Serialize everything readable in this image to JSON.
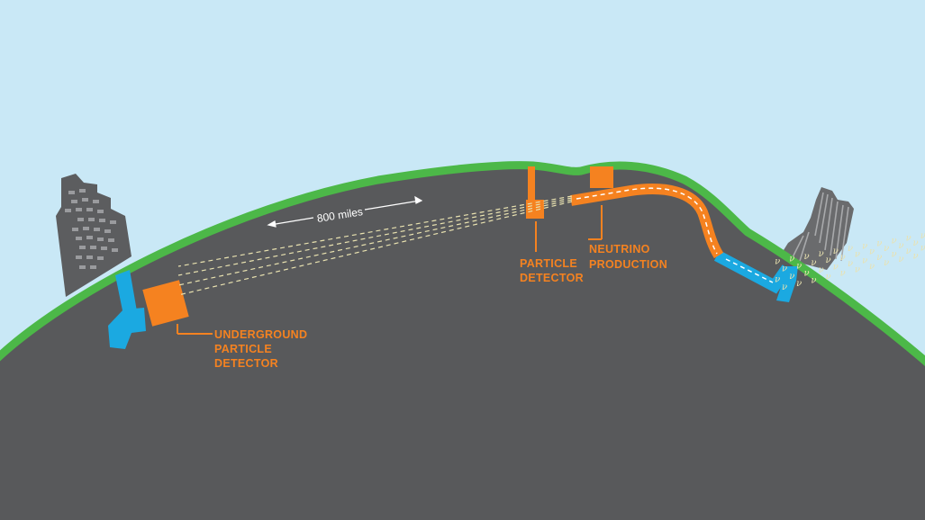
{
  "colors": {
    "sky": "#c9e8f6",
    "ground": "#58595b",
    "surface": "#4cb848",
    "accent": "#f58220",
    "shaft": "#1ba9e1",
    "beam": "#e9e2b0",
    "building": "#5c5d5f"
  },
  "labels": {
    "distance": "800 miles",
    "underground_detector": [
      "UNDERGROUND",
      "PARTICLE",
      "DETECTOR"
    ],
    "near_detector": [
      "PARTICLE",
      "DETECTOR"
    ],
    "neutrino_production": [
      "NEUTRINO",
      "PRODUCTION"
    ],
    "neutrino_symbol": "ν"
  },
  "icons": [
    "city-building-icon",
    "factory-tower-icon"
  ]
}
